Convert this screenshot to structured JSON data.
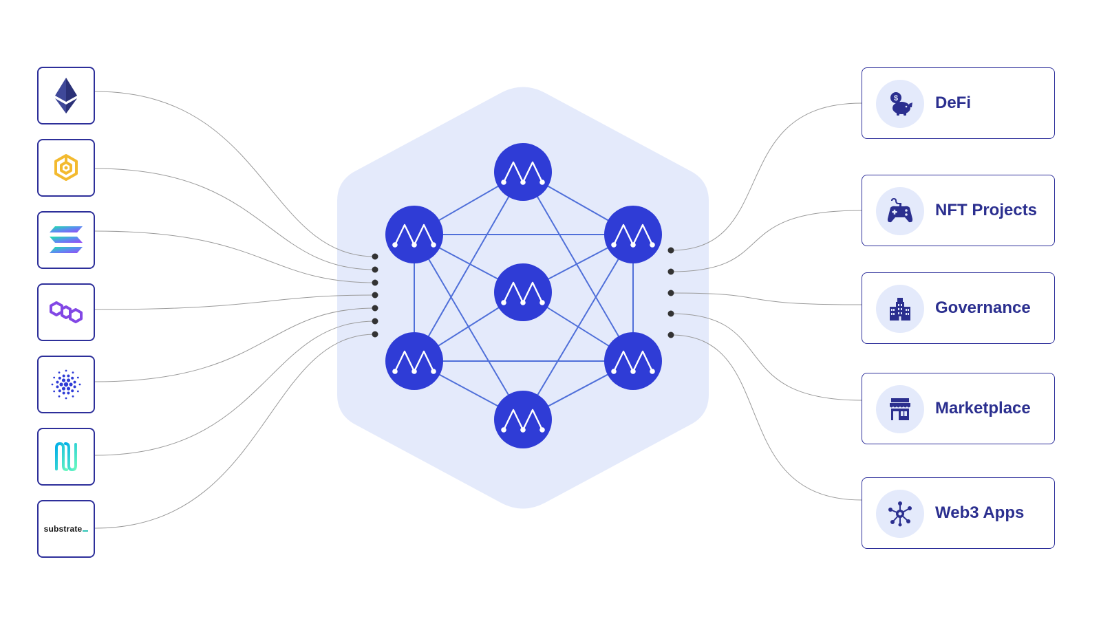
{
  "chains": [
    {
      "id": "ethereum",
      "icon": "ethereum-logo-icon"
    },
    {
      "id": "bnb",
      "icon": "bnb-chain-logo-icon"
    },
    {
      "id": "solana",
      "icon": "solana-logo-icon"
    },
    {
      "id": "polygon",
      "icon": "polygon-logo-icon"
    },
    {
      "id": "cardano",
      "icon": "cardano-logo-icon"
    },
    {
      "id": "harmony",
      "icon": "harmony-logo-icon"
    },
    {
      "id": "substrate",
      "icon": "substrate-logo",
      "text": "substrate"
    }
  ],
  "apps": [
    {
      "label": "DeFi",
      "icon": "piggy-bank-icon"
    },
    {
      "label": "NFT Projects",
      "icon": "gamepad-icon"
    },
    {
      "label": "Governance",
      "icon": "government-building-icon"
    },
    {
      "label": "Marketplace",
      "icon": "storefront-icon"
    },
    {
      "label": "Web3 Apps",
      "icon": "network-nodes-icon"
    }
  ],
  "network": {
    "node_icon": "m-logo-icon",
    "node_count": 7
  },
  "colors": {
    "node_blue": "#2f3cd6",
    "hex_bg": "#e4eafb",
    "edge": "#4f6fd9",
    "box_border": "#2d2f9a",
    "label": "#2b2f8f",
    "connector": "#9a9a9a"
  }
}
